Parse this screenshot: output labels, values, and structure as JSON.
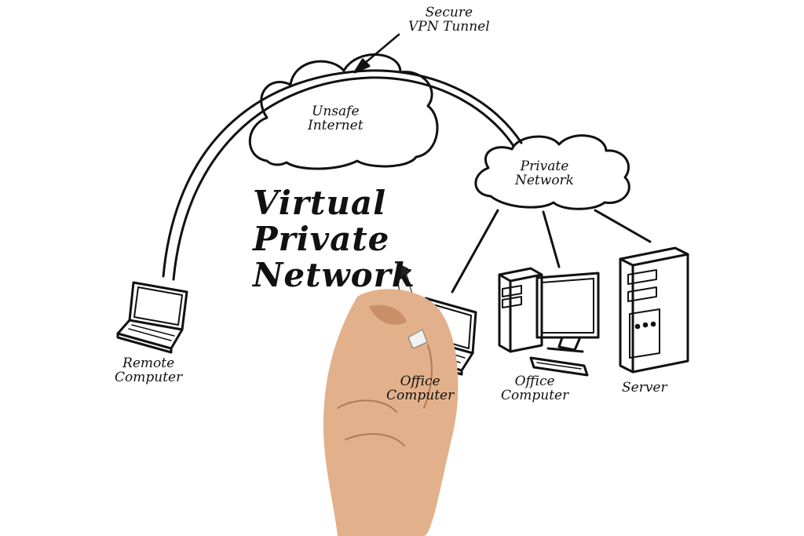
{
  "title_lines": [
    "Virtual",
    "Private",
    "Network"
  ],
  "labels": {
    "tunnel": [
      "Secure",
      "VPN Tunnel"
    ],
    "internet": [
      "Unsafe",
      "Internet"
    ],
    "private_network": [
      "Private",
      "Network"
    ],
    "remote": [
      "Remote",
      "Computer"
    ],
    "office_laptop": [
      "Office",
      "Computer"
    ],
    "office_desktop": [
      "Office",
      "Computer"
    ],
    "server": [
      "Server"
    ]
  },
  "colors": {
    "ink": "#111111",
    "skin": "#e2b08a",
    "skin_shadow": "#c98f68",
    "marker": "#f2f2f2"
  }
}
